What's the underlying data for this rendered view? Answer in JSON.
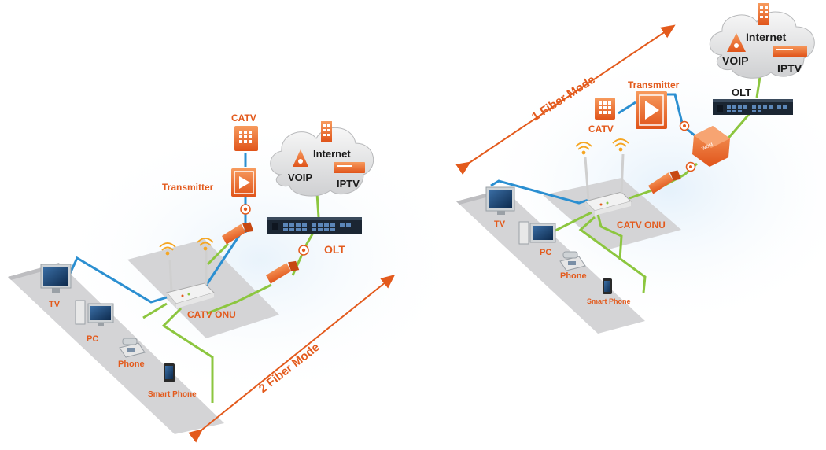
{
  "colors": {
    "accent": "#e35a1c",
    "orange_light": "#f6a06a",
    "fiber_green": "#8cc63f",
    "cable_blue": "#2b8fd1",
    "platform_gray": "#d4d4d6",
    "dark_text": "#1a1a1a"
  },
  "left": {
    "catv": "CATV",
    "transmitter": "Transmitter",
    "internet": "Internet",
    "voip": "VOIP",
    "iptv": "IPTV",
    "olt": "OLT",
    "catv_onu": "CATV ONU",
    "tv": "TV",
    "pc": "PC",
    "phone": "Phone",
    "smart_phone": "Smart Phone",
    "mode": "2 Fiber Mode"
  },
  "right": {
    "catv": "CATV",
    "transmitter": "Transmitter",
    "internet": "Internet",
    "voip": "VOIP",
    "iptv": "IPTV",
    "olt": "OLT",
    "catv_onu": "CATV ONU",
    "tv": "TV",
    "pc": "PC",
    "phone": "Phone",
    "smart_phone": "Smart Phone",
    "mode": "1 Fiber Mode"
  },
  "icons": [
    "catv-icon",
    "transmitter-icon",
    "cloud-icon",
    "olt-icon",
    "router-icon",
    "splitter-icon",
    "wdm-icon",
    "tv-icon",
    "pc-icon",
    "phone-icon",
    "smartphone-icon",
    "wifi-icon",
    "arrow-icon"
  ]
}
